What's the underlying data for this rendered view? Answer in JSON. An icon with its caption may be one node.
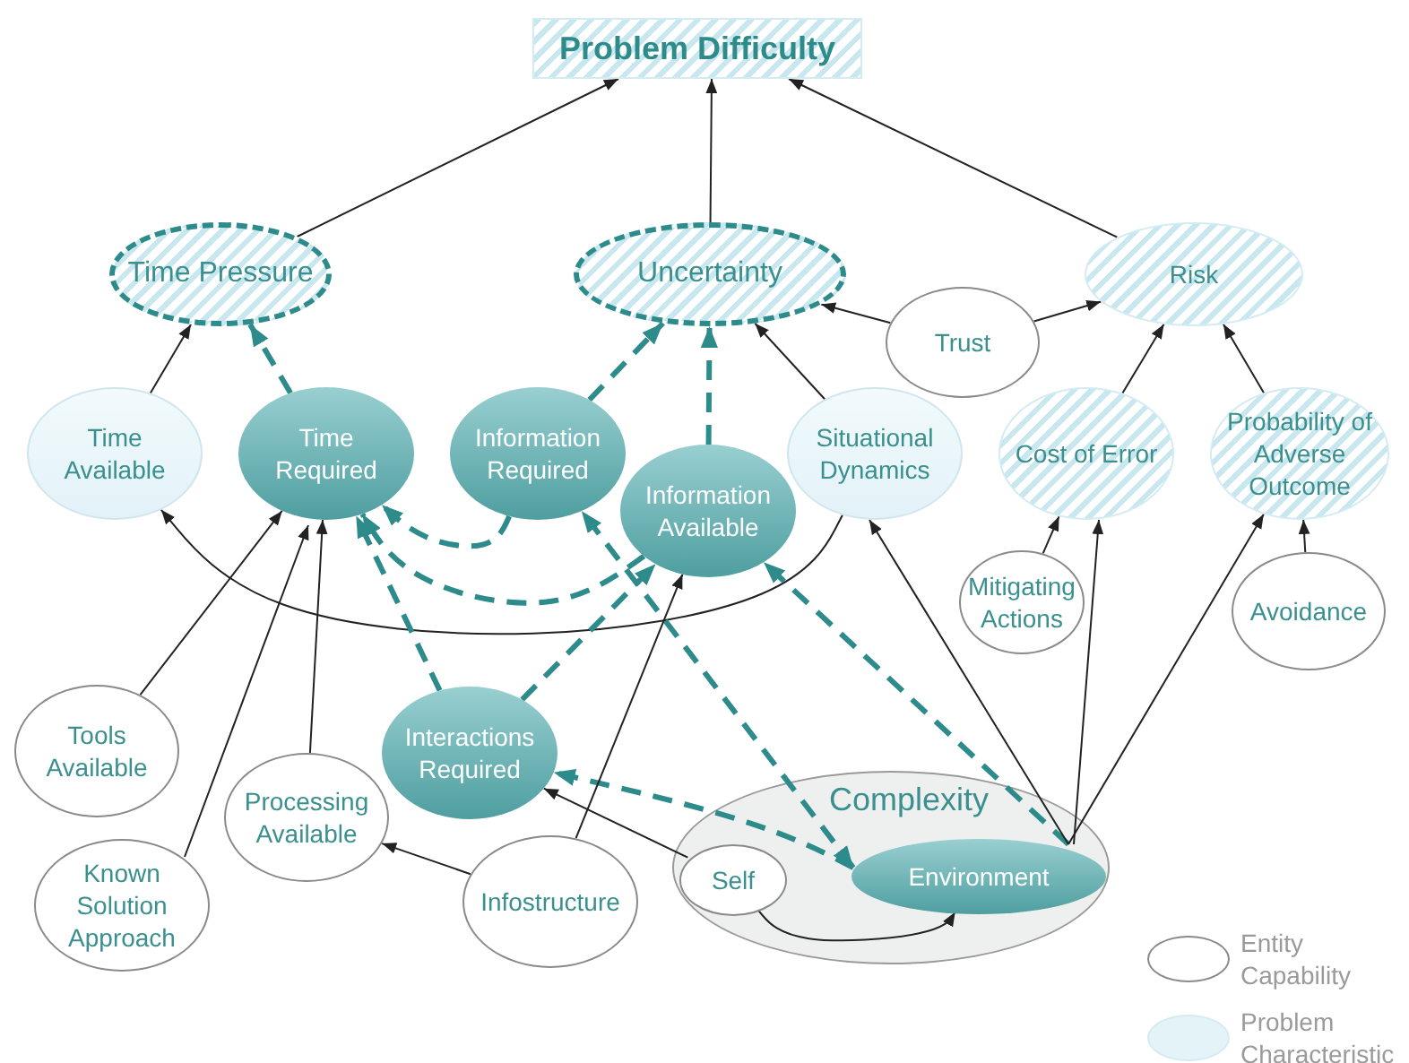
{
  "diagram": {
    "nodes": [
      {
        "text": [
          "Problem Difficulty"
        ]
      },
      {
        "text": [
          "Time Pressure"
        ]
      },
      {
        "text": [
          "Uncertainty"
        ]
      },
      {
        "text": [
          "Risk"
        ]
      },
      {
        "text": [
          "Trust"
        ]
      },
      {
        "text": [
          "Time Available"
        ]
      },
      {
        "text": [
          "Time Required"
        ]
      },
      {
        "text": [
          "Information Required"
        ]
      },
      {
        "text": [
          "Information Available"
        ]
      },
      {
        "text": [
          "Situational Dynamics"
        ]
      },
      {
        "text": [
          "Cost of Error"
        ]
      },
      {
        "text": [
          "Probability of Adverse Outcome"
        ]
      },
      {
        "text": [
          "Mitigating Actions"
        ]
      },
      {
        "text": [
          "Avoidance"
        ]
      },
      {
        "text": [
          "Tools Available"
        ]
      },
      {
        "text": [
          "Processing Available"
        ]
      },
      {
        "text": [
          "Interactions Required"
        ]
      },
      {
        "text": [
          "Known Solution Approach"
        ]
      },
      {
        "text": [
          "Infostructure"
        ]
      },
      {
        "text": [
          "Complexity"
        ]
      },
      {
        "text": [
          "Self"
        ],
        "in": 19
      },
      {
        "text": [
          "Environment"
        ],
        "in": 19
      }
    ],
    "edges": [
      {
        "from": 1,
        "to": 0,
        "arrow": "to"
      },
      {
        "from": 2,
        "to": 0,
        "arrow": "to"
      },
      {
        "from": 3,
        "to": 0,
        "arrow": "to"
      },
      {
        "from": 4,
        "to": 2,
        "arrow": "to"
      },
      {
        "from": 4,
        "to": 3,
        "arrow": "to"
      },
      {
        "from": 5,
        "to": 1,
        "arrow": "to"
      },
      {
        "from": 6,
        "to": 1,
        "arrow": "to",
        "style": "dashed",
        "color": "#2e8b8b"
      },
      {
        "from": 7,
        "to": 2,
        "arrow": "to",
        "style": "dashed",
        "color": "#2e8b8b"
      },
      {
        "from": 8,
        "to": 2,
        "arrow": "to",
        "style": "dashed",
        "color": "#2e8b8b"
      },
      {
        "from": 9,
        "to": 2,
        "arrow": "to"
      },
      {
        "from": 10,
        "to": 3,
        "arrow": "to"
      },
      {
        "from": 11,
        "to": 3,
        "arrow": "to"
      },
      {
        "from": 13,
        "to": 11,
        "arrow": "to"
      },
      {
        "from": 12,
        "to": 10,
        "arrow": "to"
      },
      {
        "from": 9,
        "to": 5,
        "arrow": "to"
      },
      {
        "from": 14,
        "to": 6,
        "arrow": "to"
      },
      {
        "from": 17,
        "to": 6,
        "arrow": "to"
      },
      {
        "from": 15,
        "to": 6,
        "arrow": "to"
      },
      {
        "from": 7,
        "to": 6,
        "arrow": "to",
        "style": "dashed",
        "color": "#2e8b8b"
      },
      {
        "from": 8,
        "to": 6,
        "arrow": "to",
        "style": "dashed",
        "color": "#2e8b8b"
      },
      {
        "from": 16,
        "to": 6,
        "arrow": "to",
        "style": "dashed",
        "color": "#2e8b8b"
      },
      {
        "from": 16,
        "to": 8,
        "arrow": "to",
        "style": "dashed",
        "color": "#2e8b8b"
      },
      {
        "from": 21,
        "to": 8,
        "arrow": "to",
        "style": "dashed",
        "color": "#2e8b8b"
      },
      {
        "from": 21,
        "to": 16,
        "arrow": "to",
        "style": "dashed",
        "color": "#2e8b8b"
      },
      {
        "from": 21,
        "to": 7,
        "arrow": "both",
        "style": "dashed",
        "color": "#2e8b8b"
      },
      {
        "from": 20,
        "to": 16,
        "arrow": "to"
      },
      {
        "from": 20,
        "to": 21,
        "arrow": "to"
      },
      {
        "from": 18,
        "to": 15,
        "arrow": "to"
      },
      {
        "from": 18,
        "to": 8,
        "arrow": "to"
      },
      {
        "from": 21,
        "to": 9,
        "arrow": "to"
      },
      {
        "from": 21,
        "to": 10,
        "arrow": "to"
      },
      {
        "from": 21,
        "to": 11,
        "arrow": "to"
      }
    ],
    "legend": [
      {
        "text": "Entity Capability",
        "color": "#ffffff"
      },
      {
        "text": "Problem Characteristic",
        "color": "#e4f3f8"
      }
    ]
  }
}
